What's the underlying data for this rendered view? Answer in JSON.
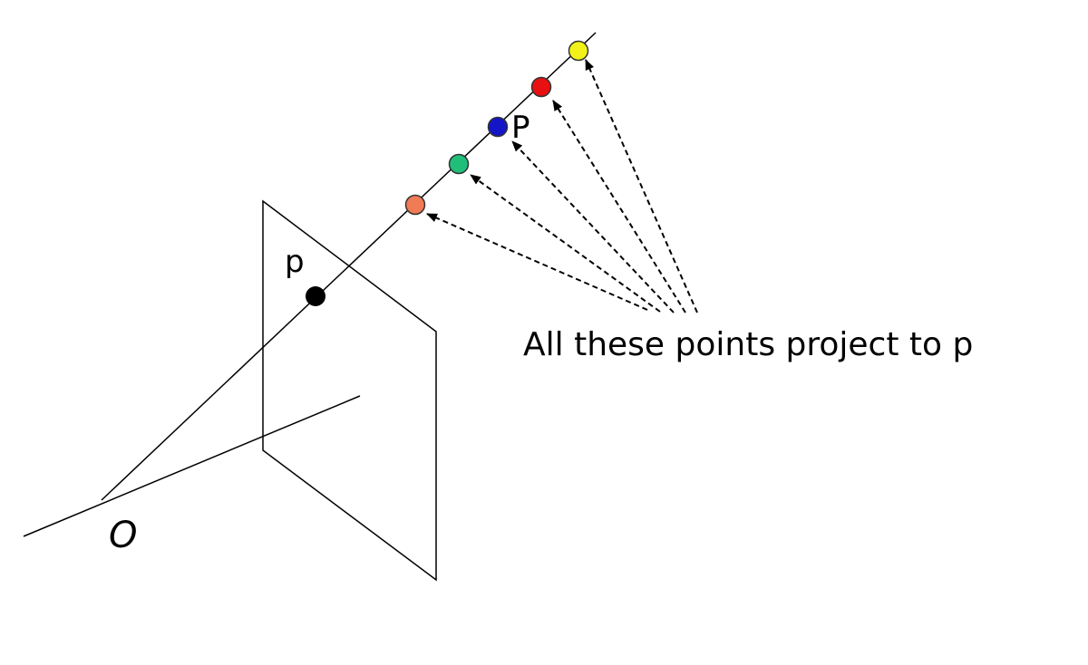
{
  "labels": {
    "image_point": "p",
    "world_point": "P",
    "origin": "O",
    "caption": "All these points project to p"
  },
  "points": [
    {
      "color": "#F07B55"
    },
    {
      "color": "#1FBF7A"
    },
    {
      "color": "#1515C8"
    },
    {
      "color": "#E81010"
    },
    {
      "color": "#F2F21A"
    }
  ],
  "colors": {
    "image_point": "#000000",
    "lines": "#000000"
  }
}
